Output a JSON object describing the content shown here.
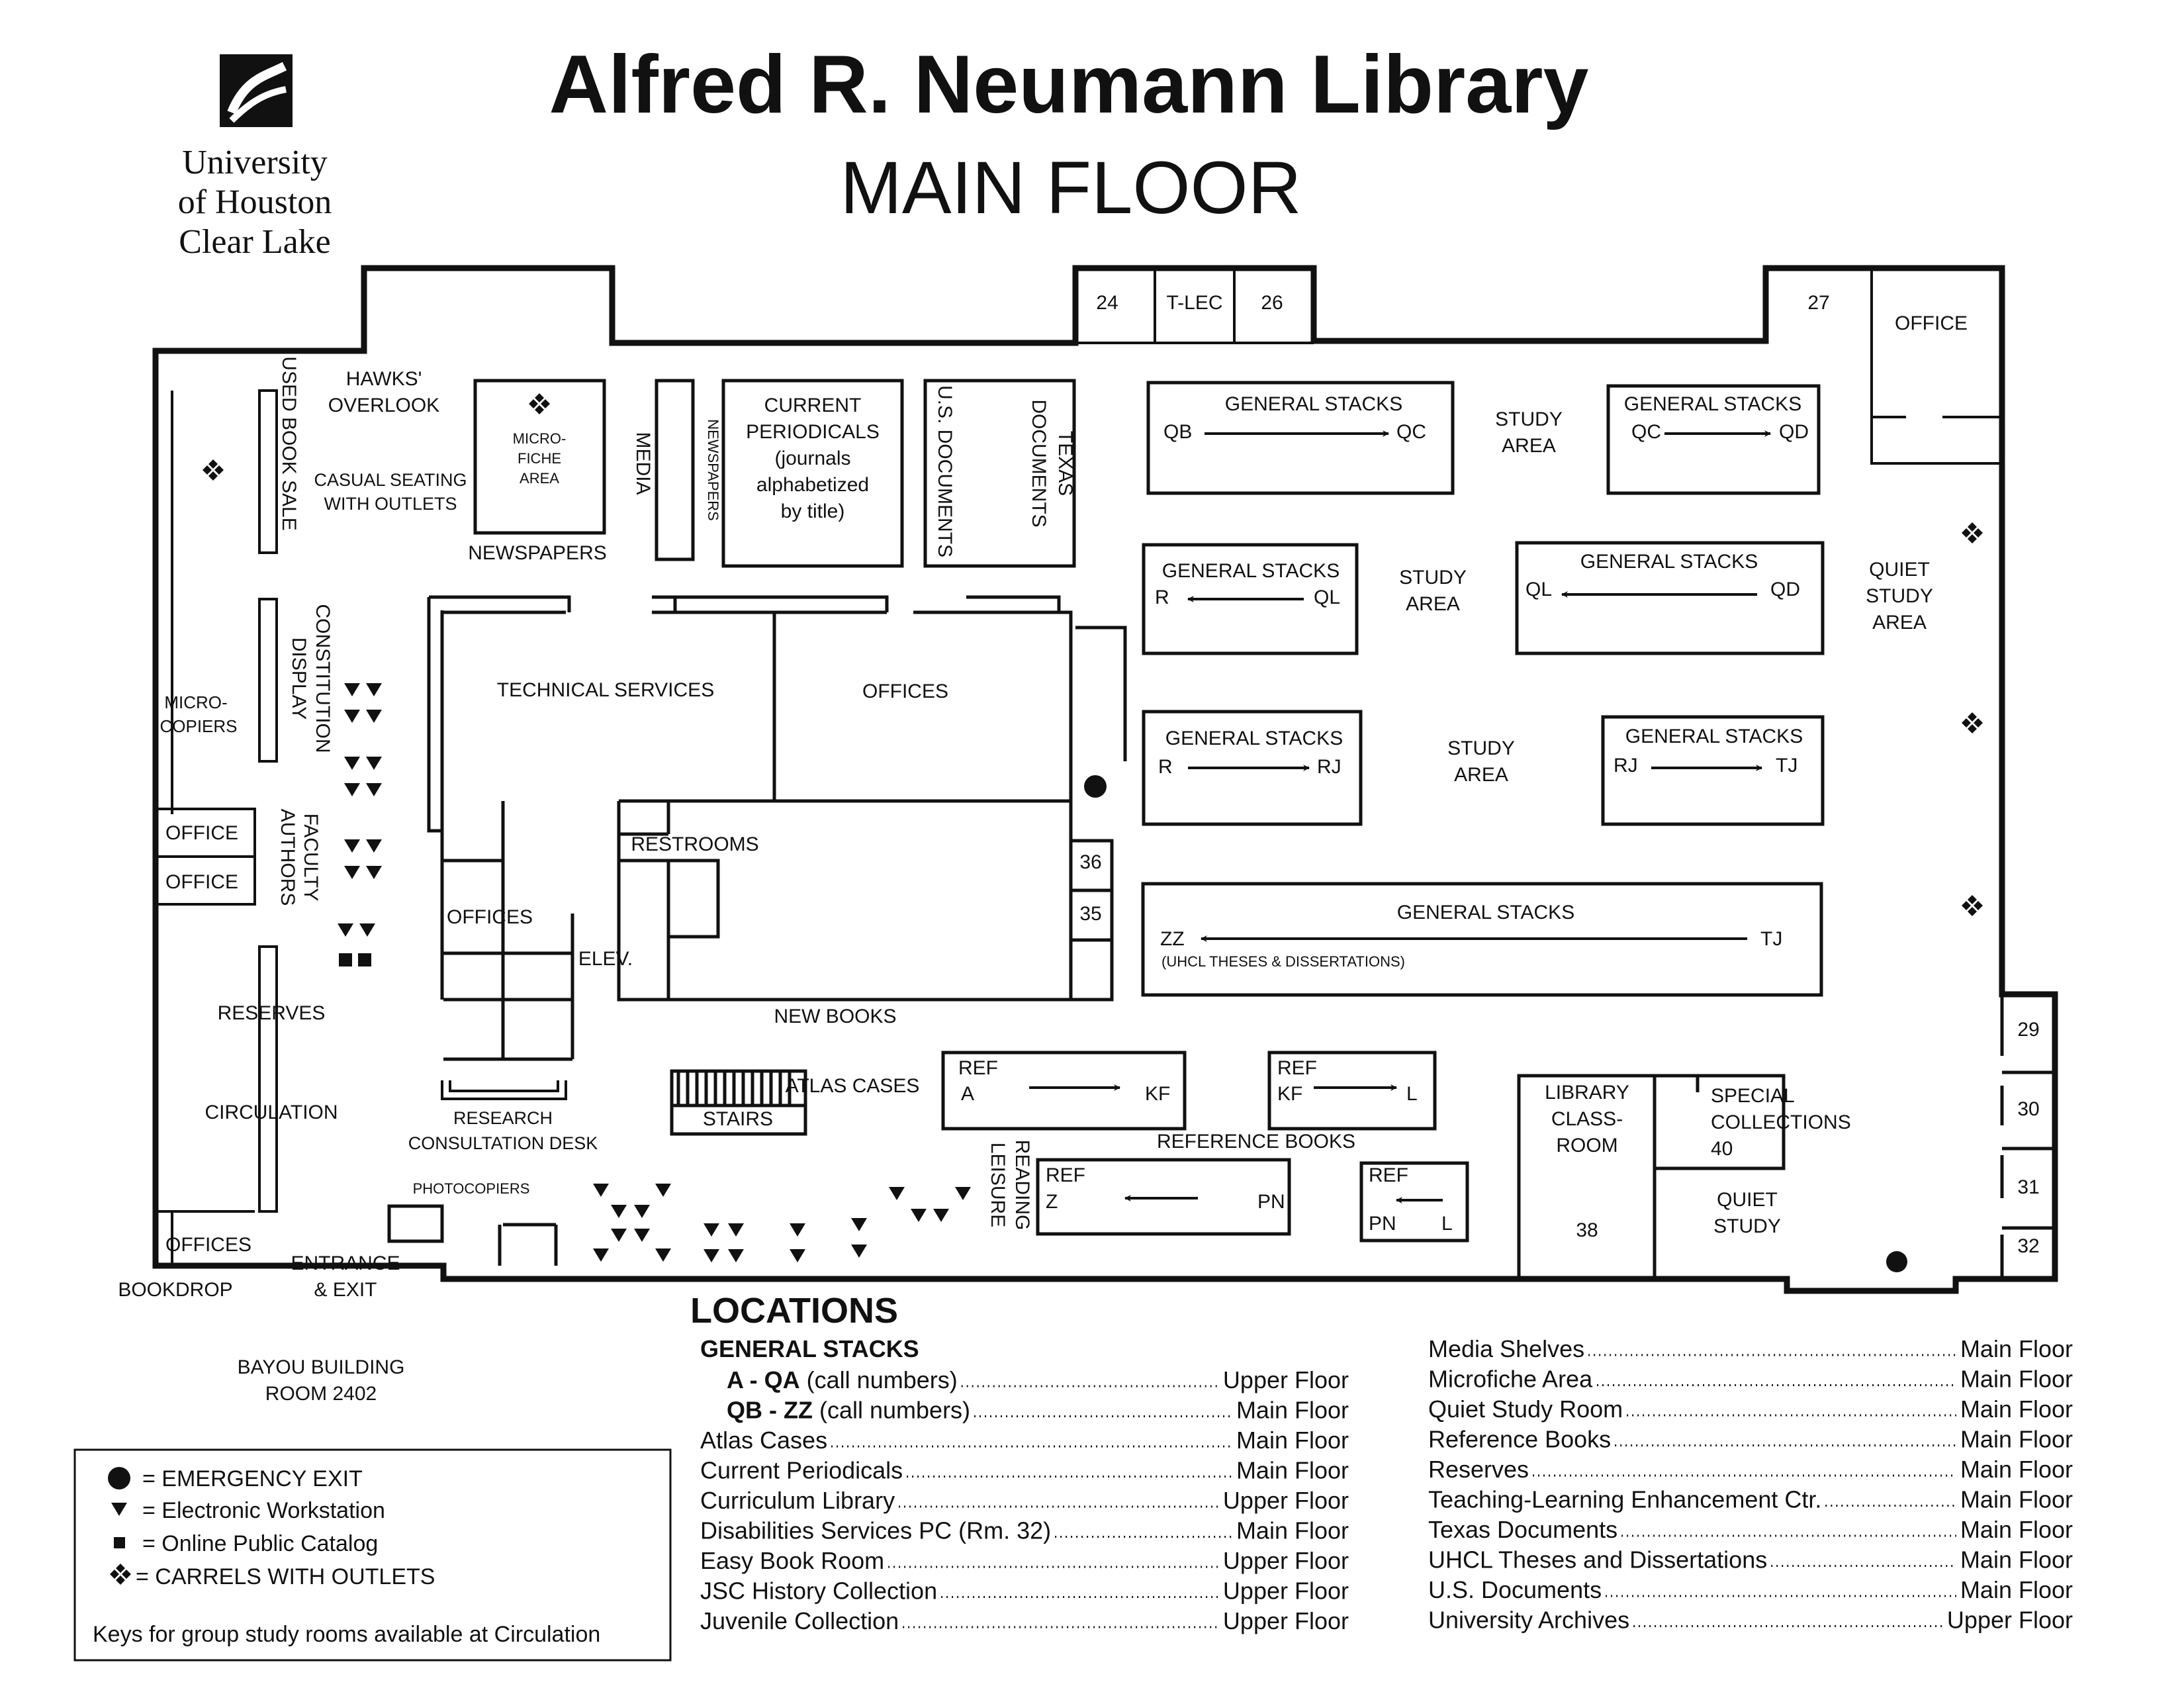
{
  "header": {
    "title": "Alfred R. Neumann Library",
    "subtitle": "MAIN FLOOR",
    "university_lines": [
      "University",
      "of Houston",
      "Clear Lake"
    ]
  },
  "rooms": {
    "r24": "24",
    "tlec": "T-LEC",
    "r26": "26",
    "r27": "27",
    "office_tr": "OFFICE",
    "hawks": [
      "HAWKS'",
      "OVERLOOK"
    ],
    "casual": [
      "CASUAL SEATING",
      "WITH OUTLETS"
    ],
    "used_book_sale": "USED BOOK SALE",
    "microfiche": [
      "MICRO-",
      "FICHE",
      "AREA"
    ],
    "newspapers": "NEWSPAPERS",
    "media": "MEDIA",
    "newspapers_rack": "NEWSPAPERS",
    "periodicals": [
      "CURRENT",
      "PERIODICALS",
      "(journals",
      "alphabetized",
      "by title)"
    ],
    "us_documents": "U.S. DOCUMENTS",
    "texas_documents": [
      "TEXAS",
      "DOCUMENTS"
    ],
    "constitution": [
      "CONSTITUTION",
      "DISPLAY"
    ],
    "microcopiers": [
      "MICRO-",
      "COPIERS"
    ],
    "technical_services": "TECHNICAL SERVICES",
    "offices_center": "OFFICES",
    "office_left1": "OFFICE",
    "office_left2": "OFFICE",
    "faculty_authors": [
      "FACULTY",
      "AUTHORS"
    ],
    "restrooms": "RESTROOMS",
    "offices_mid": "OFFICES",
    "elev": "ELEV.",
    "reserves": "RESERVES",
    "circulation": "CIRCULATION",
    "new_books": "NEW BOOKS",
    "r36": "36",
    "r35": "35",
    "research_desk": [
      "RESEARCH",
      "CONSULTATION  DESK"
    ],
    "stairs": "STAIRS",
    "atlas_cases": "ATLAS CASES",
    "photocopiers": "PHOTOCOPIERS",
    "offices_bl": "OFFICES",
    "bookdrop": "BOOKDROP",
    "entrance": [
      "ENTRANCE",
      "& EXIT"
    ],
    "leisure_reading": [
      "LEISURE",
      "READING"
    ],
    "reference_books": "REFERENCE BOOKS",
    "library_classroom": [
      "LIBRARY",
      "CLASS-",
      "ROOM"
    ],
    "r38": "38",
    "special_collections": [
      "SPECIAL",
      "COLLECTIONS",
      "40"
    ],
    "quiet_study": [
      "QUIET",
      "STUDY"
    ],
    "quiet_study_area": [
      "QUIET",
      "STUDY",
      "AREA"
    ],
    "study_area": [
      "STUDY",
      "AREA"
    ],
    "r29": "29",
    "r30": "30",
    "r31": "31",
    "r32": "32"
  },
  "stacks": [
    {
      "title": "GENERAL STACKS",
      "from": "QB",
      "to": "QC"
    },
    {
      "title": "GENERAL STACKS",
      "from": "QC",
      "to": "QD"
    },
    {
      "title": "GENERAL STACKS",
      "from": "R",
      "to": "QL"
    },
    {
      "title": "GENERAL STACKS",
      "from": "QL",
      "to": "QD"
    },
    {
      "title": "GENERAL STACKS",
      "from": "R",
      "to": "RJ"
    },
    {
      "title": "GENERAL STACKS",
      "from": "RJ",
      "to": "TJ"
    },
    {
      "title": "GENERAL STACKS",
      "from": "ZZ",
      "to": "TJ",
      "note": "(UHCL THESES & DISSERTATIONS)"
    }
  ],
  "refs": [
    {
      "title": "REF",
      "from": "A",
      "to": "KF"
    },
    {
      "title": "REF",
      "from": "KF",
      "to": "L"
    },
    {
      "title": "REF",
      "from": "Z",
      "to": "PN"
    },
    {
      "title": "REF",
      "from": "PN",
      "to": "L"
    }
  ],
  "locations": {
    "heading": "LOCATIONS",
    "subheading": "GENERAL STACKS",
    "left": [
      {
        "bold": "A - QA",
        "label": " (call numbers) ",
        "floor": "Upper Floor"
      },
      {
        "bold": "QB - ZZ",
        "label": " (call numbers)",
        "floor": "Main Floor"
      },
      {
        "label": "Atlas Cases ",
        "floor": "Main Floor"
      },
      {
        "label": "Current Periodicals ",
        "floor": "Main Floor"
      },
      {
        "label": "Curriculum Library ",
        "floor": "Upper Floor"
      },
      {
        "label": "Disabilities Services PC (Rm. 32) ",
        "floor": "Main Floor"
      },
      {
        "label": "Easy Book Room ",
        "floor": "Upper Floor"
      },
      {
        "label": "JSC History Collection ",
        "floor": "Upper Floor"
      },
      {
        "label": "Juvenile Collection",
        "floor": "Upper Floor"
      }
    ],
    "right": [
      {
        "label": "Media Shelves",
        "floor": "Main Floor"
      },
      {
        "label": "Microfiche Area",
        "floor": "Main Floor"
      },
      {
        "label": "Quiet Study Room",
        "floor": "Main Floor"
      },
      {
        "label": "Reference Books",
        "floor": "Main Floor"
      },
      {
        "label": "Reserves ",
        "floor": "Main Floor"
      },
      {
        "label": "Teaching-Learning Enhancement Ctr. ",
        "floor": "Main Floor"
      },
      {
        "label": "Texas Documents",
        "floor": "Main Floor"
      },
      {
        "label": "UHCL Theses and Dissertations ",
        "floor": "Main Floor"
      },
      {
        "label": "U.S. Documents ",
        "floor": "Main Floor"
      },
      {
        "label": "University Archives ",
        "floor": "Upper Floor"
      }
    ]
  },
  "bayou": [
    "BAYOU BUILDING",
    "ROOM 2402"
  ],
  "legend": {
    "items": [
      {
        "symbol": "circle",
        "label": "= EMERGENCY EXIT"
      },
      {
        "symbol": "triangle",
        "label": "= Electronic Workstation"
      },
      {
        "symbol": "square",
        "label": "= Online Public Catalog"
      },
      {
        "symbol": "diamond4",
        "label": "=  CARRELS WITH OUTLETS"
      }
    ],
    "note": "Keys for group study rooms available at Circulation"
  }
}
